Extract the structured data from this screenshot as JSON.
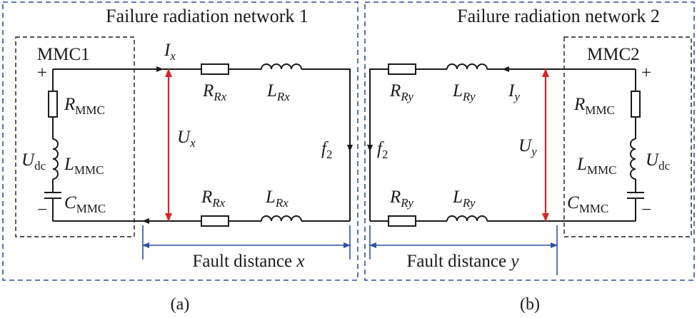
{
  "network1": {
    "title": "Failure radiation network 1",
    "mmc_label": "MMC1",
    "plus": "+",
    "minus": "−",
    "R_mmc": {
      "main": "R",
      "sub": "MMC"
    },
    "L_mmc": {
      "main": "L",
      "sub": "MMC"
    },
    "C_mmc": {
      "main": "C",
      "sub": "MMC"
    },
    "U_dc": {
      "main": "U",
      "sub": "dc"
    },
    "current": {
      "main": "I",
      "sub": "x"
    },
    "voltage": {
      "main": "U",
      "sub": "x"
    },
    "R_top": {
      "main": "R",
      "sub": "Rx"
    },
    "L_top": {
      "main": "L",
      "sub": "Rx"
    },
    "R_bot": {
      "main": "R",
      "sub": "Rx"
    },
    "L_bot": {
      "main": "L",
      "sub": "Rx"
    },
    "fault": {
      "main": "f",
      "sub": "2"
    },
    "distance_text": "Fault distance ",
    "distance_var": "x",
    "caption": "(a)"
  },
  "network2": {
    "title": "Failure radiation network 2",
    "mmc_label": "MMC2",
    "plus": "+",
    "minus": "−",
    "R_mmc": {
      "main": "R",
      "sub": "MMC"
    },
    "L_mmc": {
      "main": "L",
      "sub": "MMC"
    },
    "C_mmc": {
      "main": "C",
      "sub": "MMC"
    },
    "U_dc": {
      "main": "U",
      "sub": "dc"
    },
    "current": {
      "main": "I",
      "sub": "y"
    },
    "voltage": {
      "main": "U",
      "sub": "y"
    },
    "R_top": {
      "main": "R",
      "sub": "Ry"
    },
    "L_top": {
      "main": "L",
      "sub": "Ry"
    },
    "R_bot": {
      "main": "R",
      "sub": "Ry"
    },
    "L_bot": {
      "main": "L",
      "sub": "Ry"
    },
    "fault": {
      "main": "f",
      "sub": "2"
    },
    "distance_text": "Fault distance ",
    "distance_var": "y",
    "caption": "(b)"
  },
  "colors": {
    "frame": "#2f4fa3",
    "voltage_arrow": "#d9252a",
    "wire": "#1a1a1a"
  }
}
